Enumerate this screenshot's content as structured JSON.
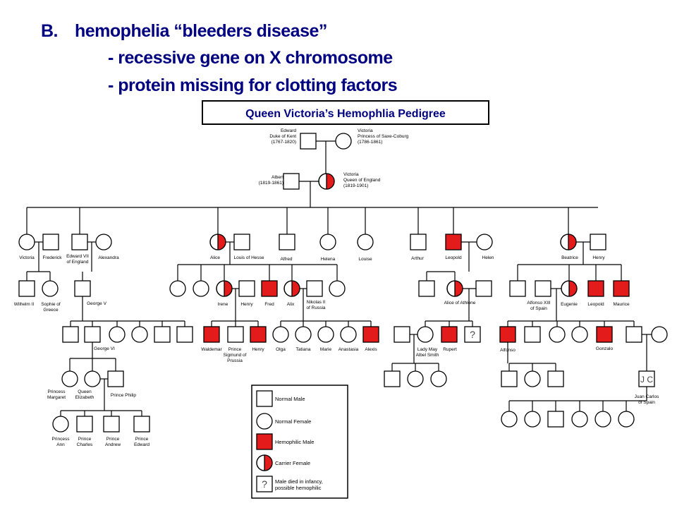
{
  "slide": {
    "letter": "B.",
    "title": "hemophelia  “bleeders disease”",
    "bullets": [
      "-  recessive gene on X chromosome",
      "-  protein missing for clotting factors"
    ]
  },
  "pedigree": {
    "title": "Queen Victoria’s Hemophlia Pedigree",
    "colors": {
      "affected": "#e31b1b",
      "line": "#000000",
      "title": "#000080"
    },
    "people": {
      "edward_kent": {
        "sex": "male",
        "status": "normal",
        "label": [
          "Edward",
          "Duke of Kent",
          "(1767-1820)"
        ]
      },
      "victoria_saxe": {
        "sex": "female",
        "status": "normal",
        "label": [
          "Victoria",
          "Princess of Saxe-Coburg",
          "(1786-1861)"
        ]
      },
      "albert": {
        "sex": "male",
        "status": "normal",
        "label": [
          "Albert",
          "(1819-1861)"
        ]
      },
      "victoria_queen": {
        "sex": "female",
        "status": "carrier",
        "label": [
          "Victoria",
          "Queen of England",
          "(1819-1901)"
        ]
      },
      "victoria_jr": {
        "sex": "female",
        "status": "normal",
        "label": [
          "Victoria"
        ]
      },
      "frederick": {
        "sex": "male",
        "status": "normal",
        "label": [
          "Frederick"
        ]
      },
      "edward7": {
        "sex": "male",
        "status": "normal",
        "label": [
          "Edward VII",
          "of England"
        ]
      },
      "alexandra": {
        "sex": "female",
        "status": "normal",
        "label": [
          "Alexandra"
        ]
      },
      "alice": {
        "sex": "female",
        "status": "carrier",
        "label": [
          "Alice"
        ]
      },
      "louis_hesse": {
        "sex": "male",
        "status": "normal",
        "label": [
          "Louis of Hesse"
        ]
      },
      "alfred": {
        "sex": "male",
        "status": "normal",
        "label": [
          "Alfred"
        ]
      },
      "helena": {
        "sex": "female",
        "status": "normal",
        "label": [
          "Helena"
        ]
      },
      "louise": {
        "sex": "female",
        "status": "normal",
        "label": [
          "Louise"
        ]
      },
      "arthur": {
        "sex": "male",
        "status": "normal",
        "label": [
          "Arthur"
        ]
      },
      "leopold": {
        "sex": "male",
        "status": "affected",
        "label": [
          "Leopold"
        ]
      },
      "helen": {
        "sex": "female",
        "status": "normal",
        "label": [
          "Helen"
        ]
      },
      "beatrice": {
        "sex": "female",
        "status": "carrier",
        "label": [
          "Beatrice"
        ]
      },
      "henry_b": {
        "sex": "male",
        "status": "normal",
        "label": [
          "Henry"
        ]
      },
      "wilhelm2": {
        "sex": "male",
        "status": "normal",
        "label": [
          "Wilhelm II"
        ]
      },
      "sophie": {
        "sex": "female",
        "status": "normal",
        "label": [
          "Sophie of",
          "Greece"
        ]
      },
      "george5": {
        "sex": "male",
        "status": "normal",
        "label": [
          "George V"
        ]
      },
      "alice_f1": {
        "sex": "female",
        "status": "normal",
        "label": []
      },
      "alice_f2": {
        "sex": "female",
        "status": "normal",
        "label": []
      },
      "irene": {
        "sex": "female",
        "status": "carrier",
        "label": [
          "Irene"
        ]
      },
      "henry_i": {
        "sex": "male",
        "status": "normal",
        "label": [
          "Henry"
        ]
      },
      "fred": {
        "sex": "male",
        "status": "affected",
        "label": [
          "Fred"
        ]
      },
      "alix": {
        "sex": "female",
        "status": "carrier",
        "label": [
          "Alix"
        ]
      },
      "nikolas2": {
        "sex": "male",
        "status": "normal",
        "label": [
          "Nikolas II",
          "of Russia"
        ]
      },
      "alice_f3": {
        "sex": "female",
        "status": "normal",
        "label": []
      },
      "leo_m1": {
        "sex": "male",
        "status": "normal",
        "label": []
      },
      "alice_athlone": {
        "sex": "female",
        "status": "carrier",
        "label": [
          "Alice of Athlone"
        ]
      },
      "leo_m2": {
        "sex": "male",
        "status": "normal",
        "label": []
      },
      "bea_m1": {
        "sex": "male",
        "status": "normal",
        "label": []
      },
      "alfonso13": {
        "sex": "male",
        "status": "normal",
        "label": [
          "Alfonso XIII",
          "of Spain"
        ]
      },
      "eugenie": {
        "sex": "female",
        "status": "carrier",
        "label": [
          "Eugenie"
        ]
      },
      "leopold_b": {
        "sex": "male",
        "status": "affected",
        "label": [
          "Leopold"
        ]
      },
      "maurice": {
        "sex": "male",
        "status": "affected",
        "label": [
          "Maurice"
        ]
      },
      "g5_m1": {
        "sex": "male",
        "status": "normal",
        "label": []
      },
      "george6": {
        "sex": "male",
        "status": "normal",
        "label": [
          "George VI"
        ]
      },
      "g5_f1": {
        "sex": "female",
        "status": "normal",
        "label": []
      },
      "g5_f2": {
        "sex": "female",
        "status": "normal",
        "label": []
      },
      "g5_m2": {
        "sex": "male",
        "status": "normal",
        "label": []
      },
      "g5_m3": {
        "sex": "male",
        "status": "normal",
        "label": []
      },
      "waldemar": {
        "sex": "male",
        "status": "affected",
        "label": [
          "Waldemar"
        ]
      },
      "sigmund": {
        "sex": "male",
        "status": "normal",
        "label": [
          "Prince",
          "Sigmund of",
          "Prussia"
        ]
      },
      "henry_w": {
        "sex": "male",
        "status": "affected",
        "label": [
          "Henry"
        ]
      },
      "olga": {
        "sex": "female",
        "status": "normal",
        "label": [
          "Olga"
        ]
      },
      "tatiana": {
        "sex": "female",
        "status": "normal",
        "label": [
          "Tatiana"
        ]
      },
      "marie": {
        "sex": "female",
        "status": "normal",
        "label": [
          "Marie"
        ]
      },
      "anastasia": {
        "sex": "female",
        "status": "normal",
        "label": [
          "Anastasia"
        ]
      },
      "alexis": {
        "sex": "male",
        "status": "affected",
        "label": [
          "Alexis"
        ]
      },
      "aa_m1": {
        "sex": "male",
        "status": "normal",
        "label": []
      },
      "lady_may": {
        "sex": "female",
        "status": "normal",
        "label": [
          "Lady May",
          "Albel Smith"
        ]
      },
      "rupert": {
        "sex": "male",
        "status": "affected",
        "label": [
          "Rupert"
        ]
      },
      "unknown": {
        "sex": "male",
        "status": "unknown",
        "label": []
      },
      "alfonso": {
        "sex": "male",
        "status": "affected",
        "label": [
          "Alfonso"
        ]
      },
      "eu_m1": {
        "sex": "male",
        "status": "normal",
        "label": []
      },
      "eu_f1": {
        "sex": "female",
        "status": "normal",
        "label": []
      },
      "eu_f2": {
        "sex": "female",
        "status": "normal",
        "label": []
      },
      "gonzalo": {
        "sex": "male",
        "status": "affected",
        "label": [
          "Gonzalo"
        ]
      },
      "eu_m2": {
        "sex": "male",
        "status": "normal",
        "label": []
      },
      "eu_f3": {
        "sex": "female",
        "status": "normal",
        "label": []
      },
      "margaret": {
        "sex": "female",
        "status": "normal",
        "label": [
          "Princess",
          "Margaret"
        ]
      },
      "elizabeth": {
        "sex": "female",
        "status": "normal",
        "label": [
          "Queen",
          "Elizabeth"
        ]
      },
      "philip": {
        "sex": "male",
        "status": "normal",
        "label": [
          "Prince Philip"
        ]
      },
      "ly_m1": {
        "sex": "male",
        "status": "normal",
        "label": []
      },
      "ly_f1": {
        "sex": "female",
        "status": "normal",
        "label": []
      },
      "ly_f2": {
        "sex": "female",
        "status": "normal",
        "label": []
      },
      "ae_m1": {
        "sex": "male",
        "status": "normal",
        "label": []
      },
      "ae_f1": {
        "sex": "female",
        "status": "normal",
        "label": []
      },
      "ae_m2": {
        "sex": "male",
        "status": "normal",
        "label": []
      },
      "juan_carlos": {
        "sex": "male",
        "status": "normal",
        "label": [
          "Juan Carlos",
          "of Spain"
        ],
        "mark": "J C"
      },
      "anne": {
        "sex": "female",
        "status": "normal",
        "label": [
          "Princess",
          "Ann"
        ]
      },
      "charles": {
        "sex": "male",
        "status": "normal",
        "label": [
          "Prince",
          "Charles"
        ]
      },
      "andrew": {
        "sex": "male",
        "status": "normal",
        "label": [
          "Prince",
          "Andrew"
        ]
      },
      "edward": {
        "sex": "male",
        "status": "normal",
        "label": [
          "Prince",
          "Edward"
        ]
      },
      "jc_f1": {
        "sex": "female",
        "status": "normal",
        "label": []
      },
      "jc_f2": {
        "sex": "female",
        "status": "normal",
        "label": []
      },
      "jc_m1": {
        "sex": "male",
        "status": "normal",
        "label": []
      },
      "jc_f3": {
        "sex": "female",
        "status": "normal",
        "label": []
      },
      "jc_f4": {
        "sex": "female",
        "status": "normal",
        "label": []
      },
      "jc_f5": {
        "sex": "female",
        "status": "normal",
        "label": []
      }
    },
    "couples": [
      [
        "edward_kent",
        "victoria_saxe"
      ],
      [
        "albert",
        "victoria_queen"
      ],
      [
        "victoria_jr",
        "frederick"
      ],
      [
        "edward7",
        "alexandra"
      ],
      [
        "alice",
        "louis_hesse"
      ],
      [
        "leopold",
        "helen"
      ],
      [
        "beatrice",
        "henry_b"
      ],
      [
        "irene",
        "henry_i"
      ],
      [
        "alix",
        "nikolas2"
      ],
      [
        "george5",
        "g5_f1"
      ],
      [
        "alice_athlone",
        "leo_m2"
      ],
      [
        "alfonso13",
        "eugenie"
      ],
      [
        "george6",
        "g5_f1"
      ],
      [
        "elizabeth",
        "philip"
      ],
      [
        "aa_m1",
        "lady_may"
      ],
      [
        "eu_m2",
        "eu_f3"
      ]
    ],
    "legend": {
      "items": [
        {
          "sex": "male",
          "status": "normal",
          "label": [
            "Normal Male"
          ]
        },
        {
          "sex": "female",
          "status": "normal",
          "label": [
            "Normal Female"
          ]
        },
        {
          "sex": "male",
          "status": "affected",
          "label": [
            "Hemophilic Male"
          ]
        },
        {
          "sex": "female",
          "status": "carrier",
          "label": [
            "Carrier Female"
          ]
        },
        {
          "sex": "male",
          "status": "unknown",
          "label": [
            "Male died in infancy,",
            "possible hemophilic"
          ]
        }
      ]
    },
    "unknown_mark": "?"
  }
}
